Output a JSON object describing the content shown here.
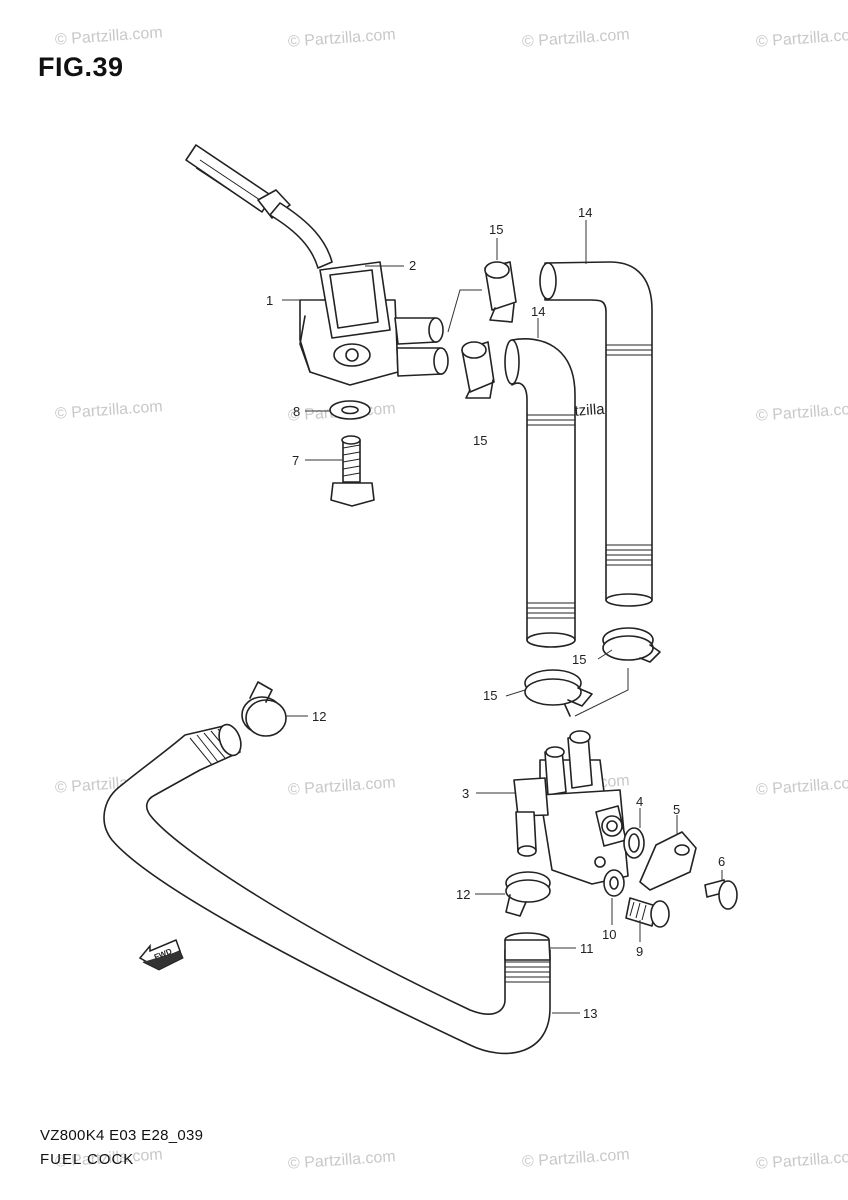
{
  "figure": {
    "title": "FIG.39",
    "model_code": "VZ800K4 E03 E28_039",
    "description": "FUEL COCK",
    "fwd_label": "FWD"
  },
  "watermark": {
    "text": "© Partzilla.com"
  },
  "callouts": {
    "c1": "1",
    "c2": "2",
    "c3": "3",
    "c4": "4",
    "c5": "5",
    "c6": "6",
    "c7": "7",
    "c8": "8",
    "c9": "9",
    "c10": "10",
    "c11": "11",
    "c12a": "12",
    "c12b": "12",
    "c13": "13",
    "c14a": "14",
    "c14b": "14",
    "c15a": "15",
    "c15b": "15",
    "c15c": "15",
    "c15d": "15"
  }
}
